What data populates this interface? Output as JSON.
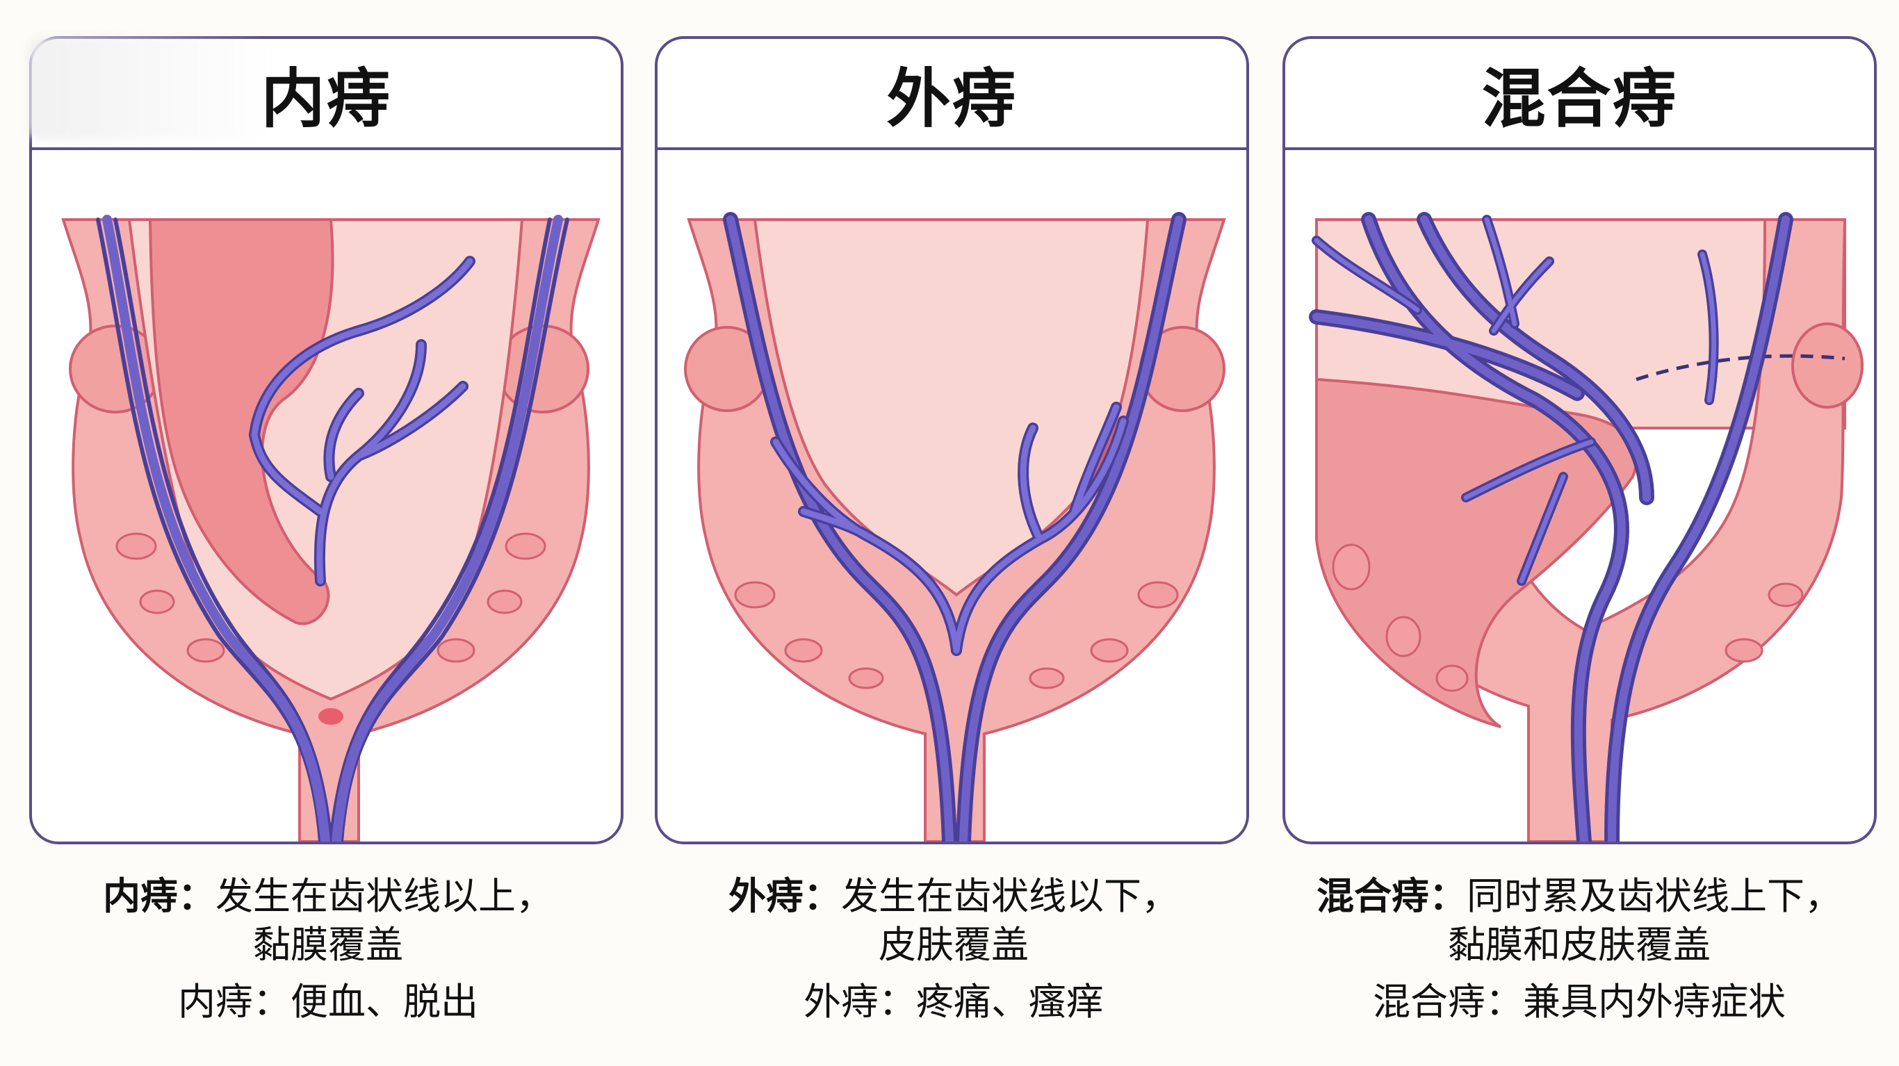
{
  "panels": [
    {
      "title": "内痔"
    },
    {
      "title": "外痔"
    },
    {
      "title": "混合痔"
    }
  ],
  "captions": [
    {
      "term": "内痔：",
      "definition": "发生在齿状线以上，",
      "definition_line2": "黏膜覆盖",
      "symptom": "内痔：便血、脱出"
    },
    {
      "term": "外痔：",
      "definition": "发生在齿状线以下，",
      "definition_line2": "皮肤覆盖",
      "symptom": "外痔：疼痛、瘙痒"
    },
    {
      "term": "混合痔：",
      "definition": "同时累及齿状线上下，",
      "definition_line2": "黏膜和皮肤覆盖",
      "symptom": "混合痔：兼具内外痔症状"
    }
  ],
  "colors": {
    "border": "#5a4e86",
    "vein": "#6e62c8",
    "vein_outline": "#4a3f98",
    "mucosa": "#f7c9c3",
    "tissue": "#ef9d9c",
    "muscle": "#f4a5a8",
    "outline": "#d16070"
  }
}
